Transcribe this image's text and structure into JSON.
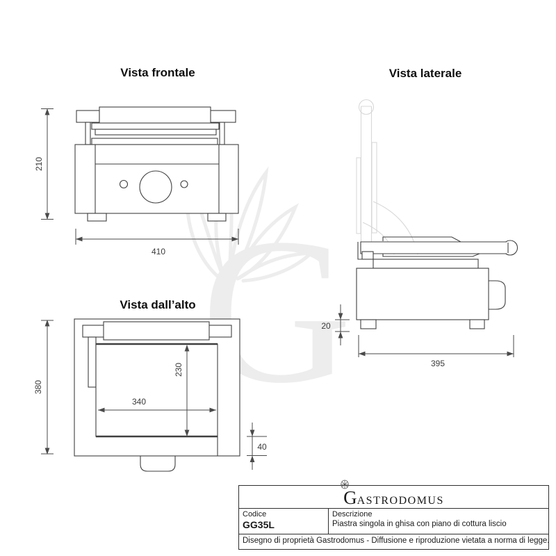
{
  "watermark": {
    "letter": "G"
  },
  "views": {
    "front": {
      "title": "Vista frontale",
      "dim_height": "210",
      "dim_width": "410"
    },
    "side": {
      "title": "Vista laterale",
      "dim_feet": "20",
      "dim_depth": "395"
    },
    "top": {
      "title": "Vista dall’alto",
      "dim_depth": "380",
      "dim_plate_width": "340",
      "dim_plate_depth": "230",
      "dim_front_strip": "40"
    }
  },
  "title_block": {
    "brand_initial": "G",
    "brand_rest": "ASTRODOMUS",
    "code_label": "Codice",
    "code_value": "GG35L",
    "description_label": "Descrizione",
    "description_value": "Piastra singola in ghisa con piano di cottura liscio",
    "legal": "Disegno di proprietà Gastrodomus -  Diffusione e riproduzione vietata a norma di legge."
  },
  "colors": {
    "object_line": "#3f3f3f",
    "dimension_line": "#4a4a4a",
    "phantom_line": "#d8d8d8",
    "watermark": "#ededed",
    "background": "#ffffff"
  }
}
